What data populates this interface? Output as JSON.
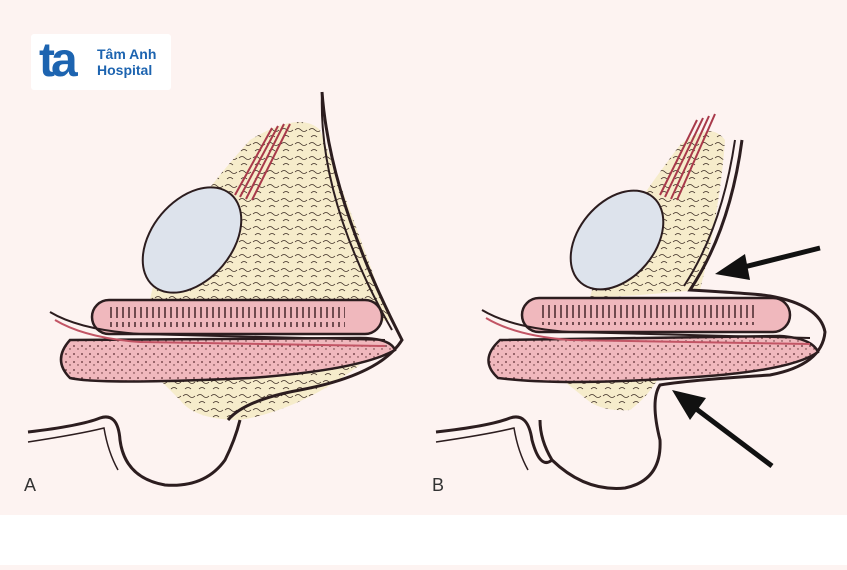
{
  "logo": {
    "mark": "ta",
    "name_line1": "Tâm Anh",
    "name_line2": "Hospital",
    "brand_color": "#1d64b0"
  },
  "panels": {
    "left_label": "A",
    "right_label": "B"
  },
  "colors": {
    "background": "#fdf3f1",
    "fat": "#f6eccb",
    "tissue": "#f0b8bd",
    "fat_pad": "#dde3ec",
    "outline": "#2c1d1f",
    "arrow": "#111111"
  }
}
